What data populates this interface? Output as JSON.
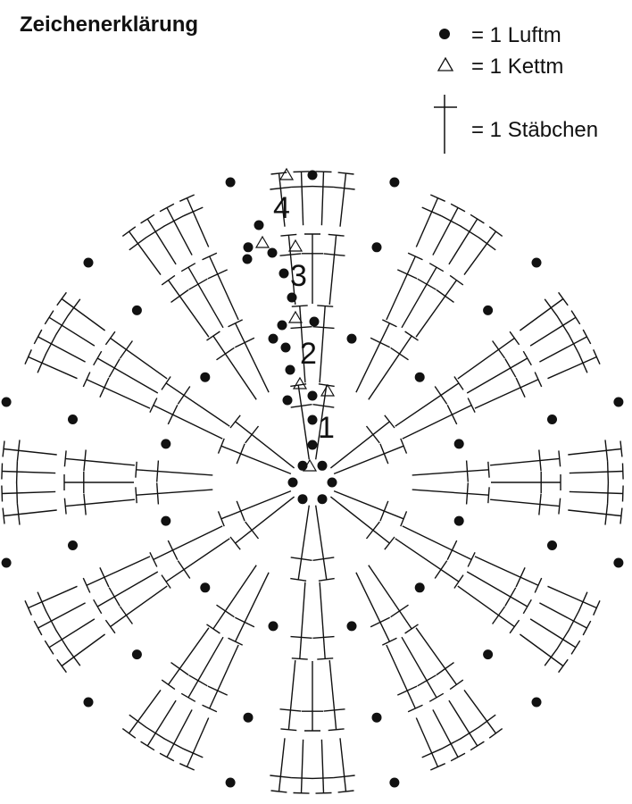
{
  "legend": {
    "title": "Zeichenerklärung",
    "items": [
      {
        "symbol": "chain-stitch-dot-icon",
        "label": "= 1 Luftm"
      },
      {
        "symbol": "slip-stitch-triangle-icon",
        "label": "= 1 Kettm"
      },
      {
        "symbol": "double-crochet-cross-icon",
        "label": "= 1 Stäbchen"
      }
    ]
  },
  "round_labels": [
    "1",
    "2",
    "3",
    "4"
  ],
  "colors": {
    "ink": "#111111",
    "background": "#ffffff"
  },
  "chart_data": {
    "type": "crochet-chart",
    "rounds": [
      {
        "round": 1,
        "chain_stitches": 6,
        "double_crochets": 12
      },
      {
        "round": 2,
        "chain_stitches": 12,
        "double_crochets": 24
      },
      {
        "round": 3,
        "chain_stitches": 12,
        "double_crochets": 36
      },
      {
        "round": 4,
        "chain_stitches": 12,
        "double_crochets": 48
      }
    ]
  }
}
